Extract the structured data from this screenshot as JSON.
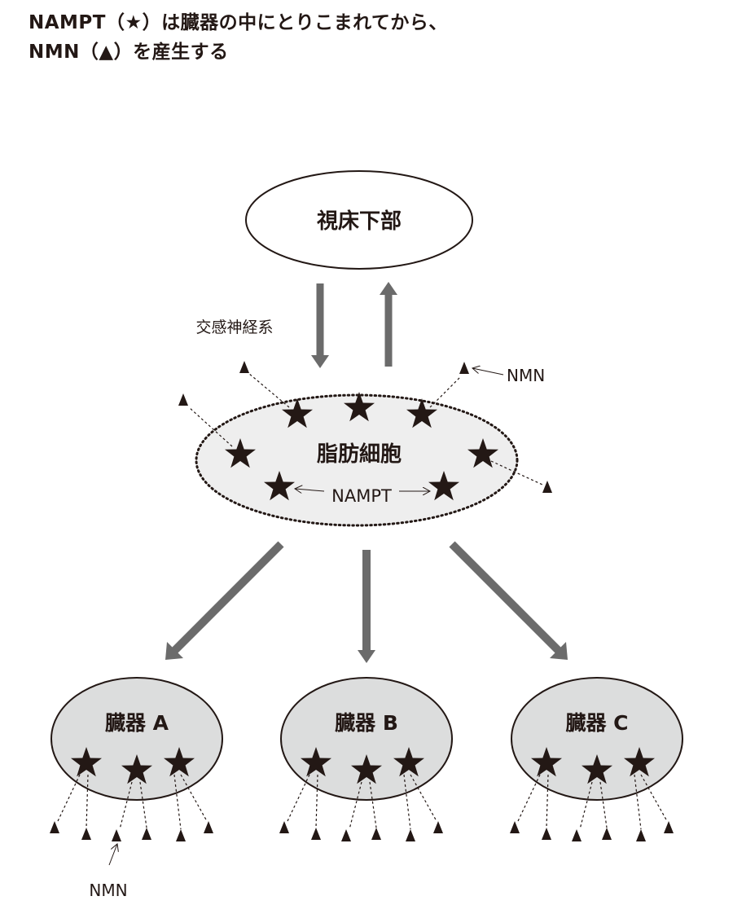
{
  "title": {
    "line1": "NAMPT（★）は臓器の中にとりこまれてから、",
    "line2": "NMN（▲）を産生する"
  },
  "nodes": {
    "hypothalamus": "視床下部",
    "sympathetic": "交感神経系",
    "adipocyte": "脂肪細胞",
    "nampt_label": "NAMPT",
    "nmn_label_top": "NMN",
    "organ_a": "臓器 A",
    "organ_b": "臓器 B",
    "organ_c": "臓器 C",
    "nmn_label_bottom": "NMN"
  },
  "colors": {
    "arrow": "#6b6b6b",
    "fill_gray": "#dcdddd",
    "fill_light": "#eeeeee",
    "ink": "#231815"
  }
}
